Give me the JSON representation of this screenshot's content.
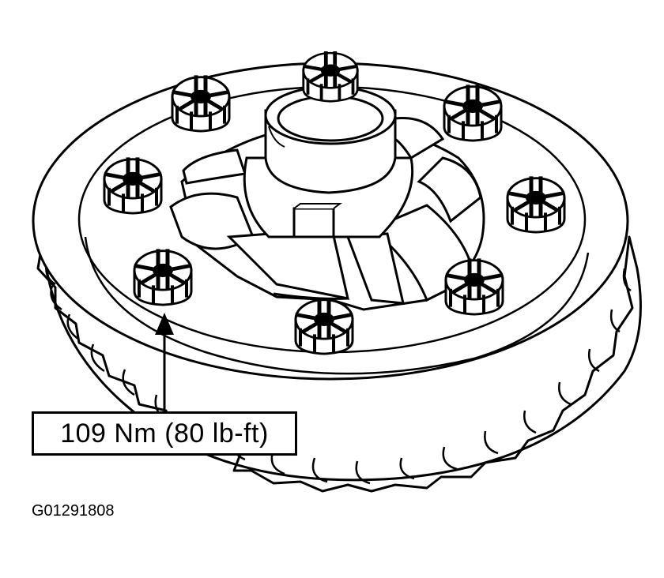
{
  "callout": {
    "torque_label": "109 Nm (80 lb-ft)"
  },
  "figure": {
    "id": "G01291808"
  },
  "colors": {
    "ink": "#000000",
    "paper": "#ffffff"
  },
  "parts": {
    "bolt_count": 8
  }
}
